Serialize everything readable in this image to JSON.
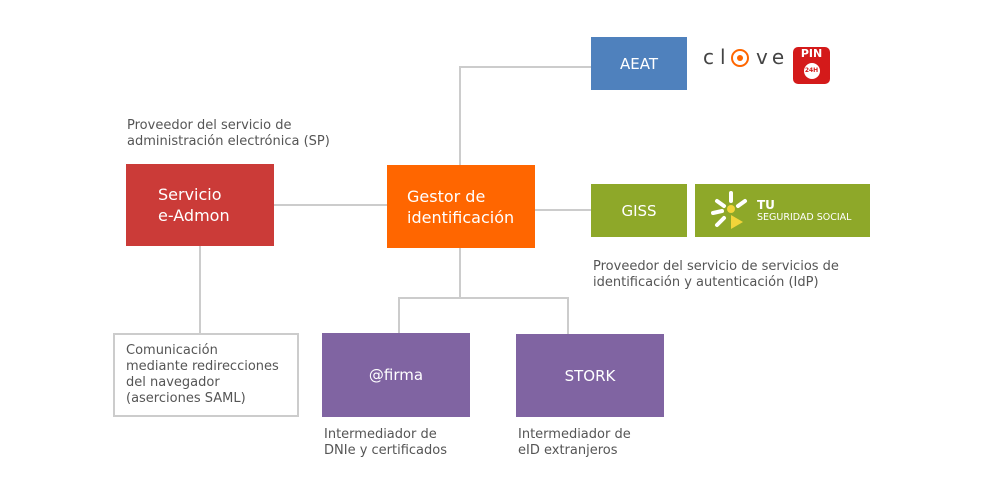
{
  "sp_label": [
    "Proveedor del servicio de",
    "administración electrónica (SP)"
  ],
  "servicio": [
    "Servicio",
    "e-Admon"
  ],
  "gestor": [
    "Gestor de",
    "identificación"
  ],
  "aeat": "AEAT",
  "clave_logo": {
    "text_left": "cl",
    "text_right": "ve",
    "pin": "PIN",
    "pin_badge": "24H"
  },
  "giss": "GISS",
  "tu_logo": {
    "line1": "TU",
    "line2": "SEGURIDAD SOCIAL"
  },
  "idp_label": [
    "Proveedor del servicio de servicios de",
    "identificación y autenticación (IdP)"
  ],
  "comunicacion": [
    "Comunicación",
    "mediante redirecciones",
    "del navegador",
    "(aserciones SAML)"
  ],
  "firma": "@firma",
  "stork": "STORK",
  "firma_label": [
    "Intermediador de",
    "DNIe y certificados"
  ],
  "stork_label": [
    "Intermediador de",
    "eID extranjeros"
  ],
  "colors": {
    "servicio": "#cb3b38",
    "gestor": "#ff6600",
    "aeat": "#4f81bd",
    "giss": "#8ea829",
    "intermediary": "#8064a2",
    "connector": "#cccccc"
  }
}
